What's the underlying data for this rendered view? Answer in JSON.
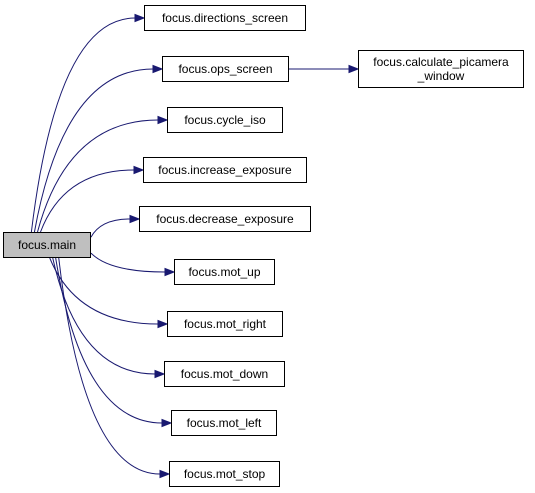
{
  "graph": {
    "colors": {
      "edge": "#191970",
      "node_border": "#000000",
      "node_fill": "#ffffff",
      "root_fill": "#bfbfbf"
    },
    "root": {
      "id": "main",
      "label": "focus.main"
    },
    "nodes": [
      {
        "id": "directions_screen",
        "label": "focus.directions_screen"
      },
      {
        "id": "ops_screen",
        "label": "focus.ops_screen"
      },
      {
        "id": "calculate_picamera_window",
        "label": "focus.calculate_picamera\n_window"
      },
      {
        "id": "cycle_iso",
        "label": "focus.cycle_iso"
      },
      {
        "id": "increase_exposure",
        "label": "focus.increase_exposure"
      },
      {
        "id": "decrease_exposure",
        "label": "focus.decrease_exposure"
      },
      {
        "id": "mot_up",
        "label": "focus.mot_up"
      },
      {
        "id": "mot_right",
        "label": "focus.mot_right"
      },
      {
        "id": "mot_down",
        "label": "focus.mot_down"
      },
      {
        "id": "mot_left",
        "label": "focus.mot_left"
      },
      {
        "id": "mot_stop",
        "label": "focus.mot_stop"
      }
    ],
    "edges": [
      {
        "from": "main",
        "to": "directions_screen"
      },
      {
        "from": "main",
        "to": "ops_screen"
      },
      {
        "from": "ops_screen",
        "to": "calculate_picamera_window"
      },
      {
        "from": "main",
        "to": "cycle_iso"
      },
      {
        "from": "main",
        "to": "increase_exposure"
      },
      {
        "from": "main",
        "to": "decrease_exposure"
      },
      {
        "from": "main",
        "to": "mot_up"
      },
      {
        "from": "main",
        "to": "mot_right"
      },
      {
        "from": "main",
        "to": "mot_down"
      },
      {
        "from": "main",
        "to": "mot_left"
      },
      {
        "from": "main",
        "to": "mot_stop"
      }
    ]
  }
}
